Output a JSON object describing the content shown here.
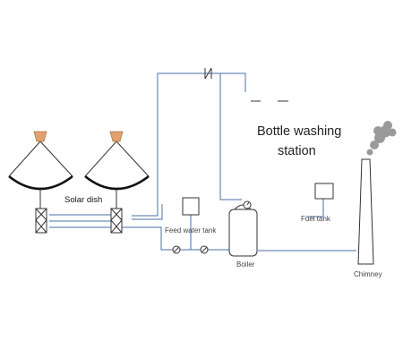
{
  "labels": {
    "solar_dish": "Solar dish",
    "station_line1": "Bottle washing",
    "station_line2": "station",
    "feed_water_tank": "Feed water tank",
    "fuel_tank": "Fuel tank",
    "boiler": "Boiler",
    "chimney": "Chimney"
  },
  "colors": {
    "pipe": "#4a6fa5",
    "outline": "#333333",
    "dish": "#111111",
    "receiver": "#e0a070",
    "smoke": "#9a9a9a"
  }
}
